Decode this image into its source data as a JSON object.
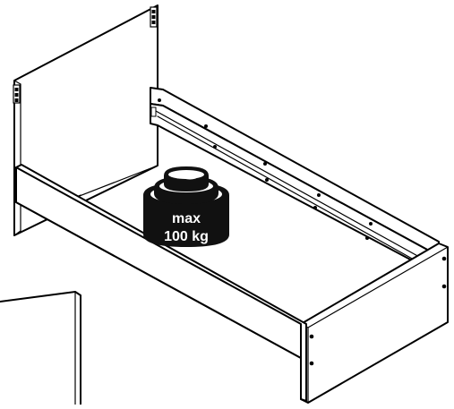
{
  "weight_badge": {
    "line1": "max",
    "line2": "100 kg"
  },
  "colors": {
    "ink": "#000000",
    "paper": "#ffffff",
    "weight_fill": "#111111"
  },
  "icons": [
    "bed-frame-drawing",
    "weight-icon",
    "screw-hole-icon",
    "rail-slot-icon"
  ]
}
